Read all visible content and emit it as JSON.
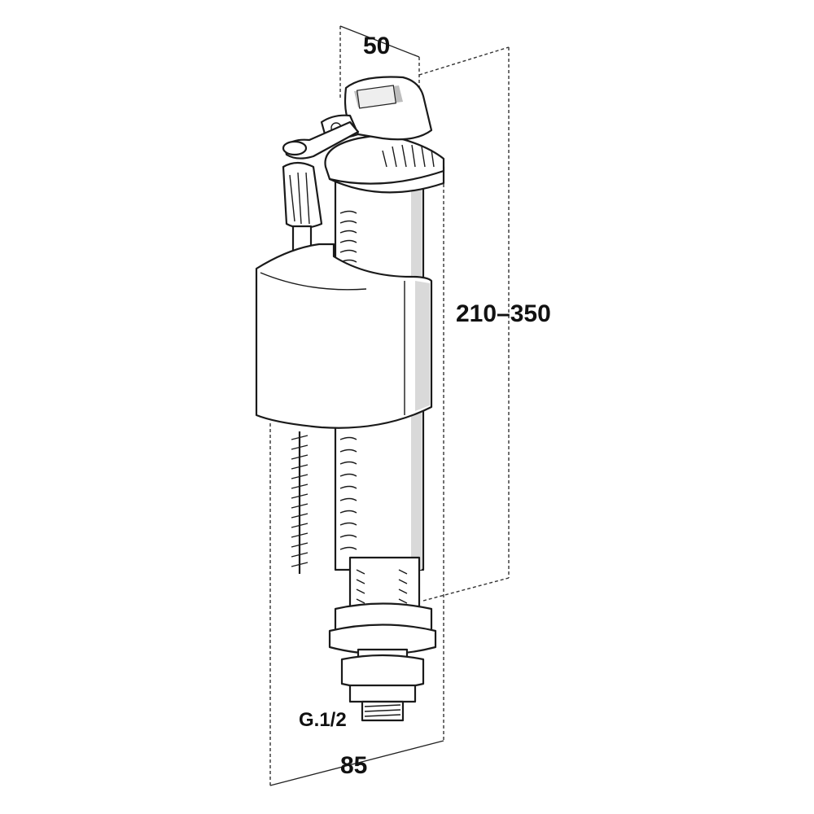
{
  "dimensions": {
    "top_width": "50",
    "height_range": "210–350",
    "bottom_width": "85",
    "thread": "G.1/2"
  }
}
